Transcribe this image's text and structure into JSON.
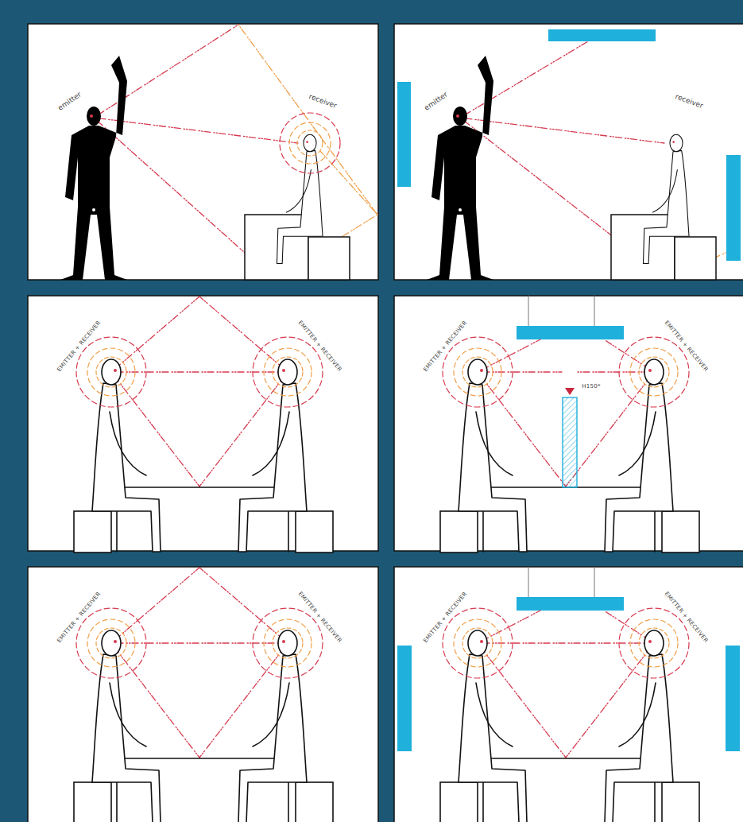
{
  "diagram": {
    "labels": [
      "emitter",
      "receiver",
      "emitter",
      "receiver",
      "EMITTER + RECEIVER",
      "EMITTER + RECEIVER",
      "EMITTER + RECEIVER",
      "H150*",
      "EMITTER + RECEIVER",
      "EMITTER + RECEIVER",
      "EMITTER + RECEIVER",
      "EMITTER + RECEIVER",
      "EMITTER + RECEIVER"
    ]
  }
}
